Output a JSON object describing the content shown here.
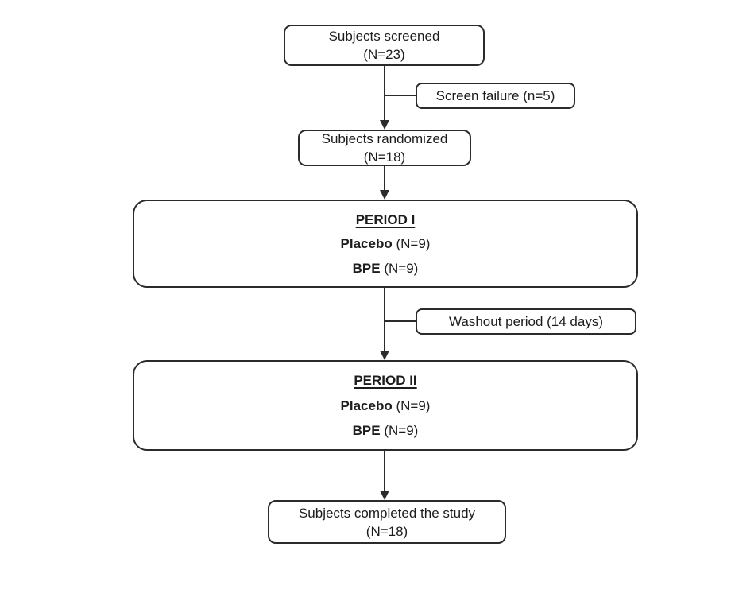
{
  "screened": {
    "line1": "Subjects screened",
    "line2": "(N=23)"
  },
  "screen_failure": {
    "label": "Screen failure (n=5)"
  },
  "randomized": {
    "line1": "Subjects randomized",
    "line2": "(N=18)"
  },
  "period1": {
    "title": "PERIOD I",
    "arm1_name": "Placebo",
    "arm1_rest": " (N=9)",
    "arm2_name": "BPE",
    "arm2_rest": " (N=9)"
  },
  "washout": {
    "label": "Washout period (14 days)"
  },
  "period2": {
    "title": "PERIOD II",
    "arm1_name": "Placebo",
    "arm1_rest": " (N=9)",
    "arm2_name": "BPE",
    "arm2_rest": " (N=9)"
  },
  "completed": {
    "line1": "Subjects completed the study",
    "line2": "(N=18)"
  },
  "colors": {
    "line": "#2b2b2b",
    "text": "#1c1c1c",
    "background": "#ffffff"
  }
}
